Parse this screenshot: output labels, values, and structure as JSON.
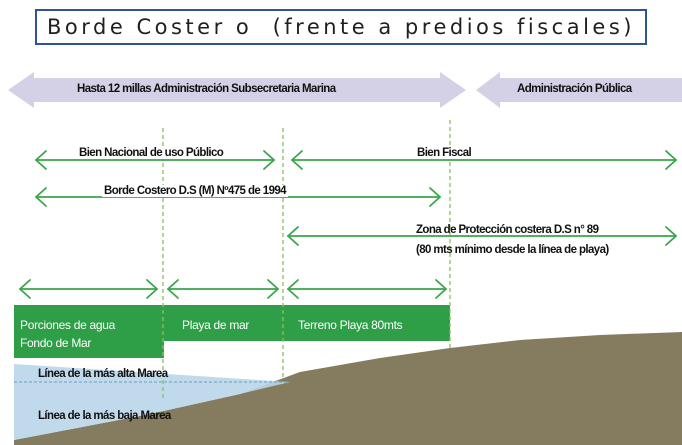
{
  "title": "Borde Coster o  (frente a predios fiscales)",
  "jurisdiction": {
    "marina": "Hasta 12 millas  Administración Subsecretaria Marina",
    "publica": "Administración Pública"
  },
  "zones": {
    "bien_nacional": "Bien Nacional de uso Público",
    "bien_fiscal": "Bien Fiscal",
    "borde_costero": "Borde Costero D.S (M) Nº475  de 1994",
    "zona_proteccion_line1": "Zona de Protección costera D.S n° 89",
    "zona_proteccion_line2": "(80 mts mínimo desde la línea de playa)"
  },
  "band": {
    "porciones_line1": "Porciones de agua",
    "porciones_line2": "Fondo de Mar",
    "playa": "Playa de mar",
    "terreno": "Terreno Playa  80mts"
  },
  "tides": {
    "alta": "Línea de la más alta Marea",
    "baja": "Línea de la más baja Marea"
  },
  "colors": {
    "green": "#2e9e47",
    "arrow_green": "#3aa64a",
    "lavender": "#d4d0e6",
    "terrain": "#857b5e",
    "water": "#b9d6ea",
    "title_border": "#2f5496"
  }
}
